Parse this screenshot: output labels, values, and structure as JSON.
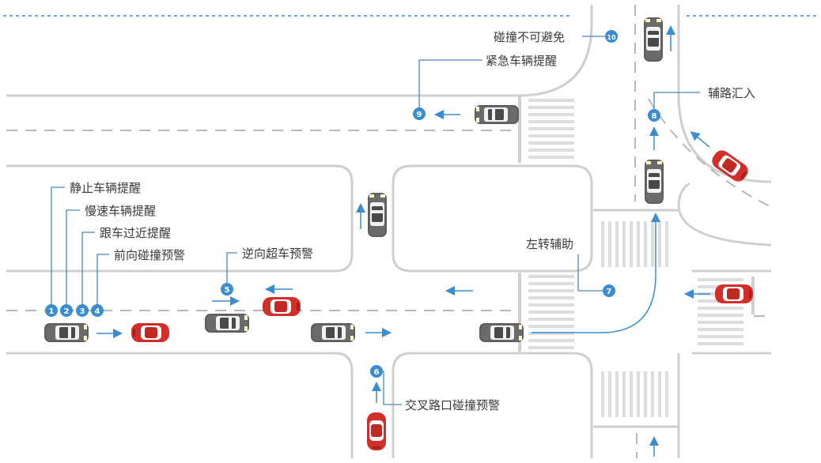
{
  "labels": {
    "static_vehicle": "静止车辆提醒",
    "slow_vehicle": "慢速车辆提醒",
    "following_close": "跟车过近提醒",
    "forward_collision": "前向碰撞预警",
    "reverse_overtake": "逆向超车预警",
    "intersection_collision": "交叉路口碰撞预警",
    "left_turn_assist": "左转辅助",
    "side_road_merge": "辅路汇入",
    "emergency_vehicle": "紧急车辆提醒",
    "collision_unavoidable": "碰撞不可避免"
  },
  "badges": [
    "1",
    "2",
    "3",
    "4",
    "5",
    "6",
    "7",
    "8",
    "9",
    "10"
  ],
  "colors": {
    "road_line": "#cfcfcf",
    "lane_dash": "#b5b5b5",
    "accent_blue": "#3c8dd0",
    "callout_line": "#4a86c0",
    "car_red": "#d8312b",
    "car_gray": "#5a5a5a"
  }
}
